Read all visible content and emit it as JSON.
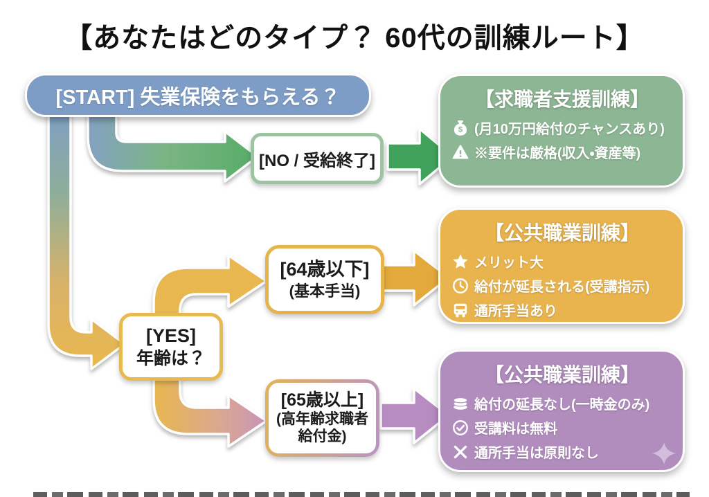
{
  "title": "【あなたはどのタイプ？ 60代の訓練ルート】",
  "flow": {
    "start": {
      "label": "[START] 失業保険をもらえる？"
    },
    "no": {
      "label": "[NO / 受給終了]"
    },
    "yes": {
      "line1": "[YES]",
      "line2": "年齢は？"
    },
    "under64": {
      "line1": "[64歳以下]",
      "line2": "(基本手当)"
    },
    "over65": {
      "line1": "[65歳以上]",
      "line2": "(高年齢求職者",
      "line3": "給付金)"
    }
  },
  "cards": [
    {
      "title": "【求職者支援訓練】",
      "items": [
        {
          "icon": "money-bag",
          "text": "(月10万円給付のチャンスあり)"
        },
        {
          "icon": "warning",
          "text": "※要件は厳格(収入・資産等)"
        }
      ]
    },
    {
      "title": "【公共職業訓練】",
      "items": [
        {
          "icon": "star",
          "text": "メリット大"
        },
        {
          "icon": "clock",
          "text": "給付が延長される(受講指示)"
        },
        {
          "icon": "bus",
          "text": "通所手当あり"
        }
      ]
    },
    {
      "title": "【公共職業訓練】",
      "items": [
        {
          "icon": "coins",
          "text": "給付の延長なし(一時金のみ)"
        },
        {
          "icon": "check",
          "text": "受講料は無料"
        },
        {
          "icon": "x",
          "text": "通所手当は原則なし"
        }
      ]
    }
  ],
  "colors": {
    "start_blue": "#7E9DC6",
    "connector_sage": "#8EAE9A",
    "connector_yellow": "#E8B74F",
    "connector_yellow_deep": "#E8B751",
    "branch_blue": "#84A1C2",
    "branch_green_mid": "#7BB585",
    "branch_green_end": "#57AC68",
    "blend_warm": "#D8B26A",
    "blend_rose": "#DBA98C",
    "branch_purple_end": "#C795BA",
    "arrow_green": "#41A35B",
    "arrow_orange": "#E3A93B",
    "arrow_purple": "#B78CC1",
    "card_green": "#8DB694",
    "card_orange": "#E9B44E",
    "card_purple": "#B18DBE",
    "no_border_green": "#9CC4A2",
    "yes_border_yellow": "#E7B94F",
    "curl_lilac": "#D4BCDD"
  }
}
